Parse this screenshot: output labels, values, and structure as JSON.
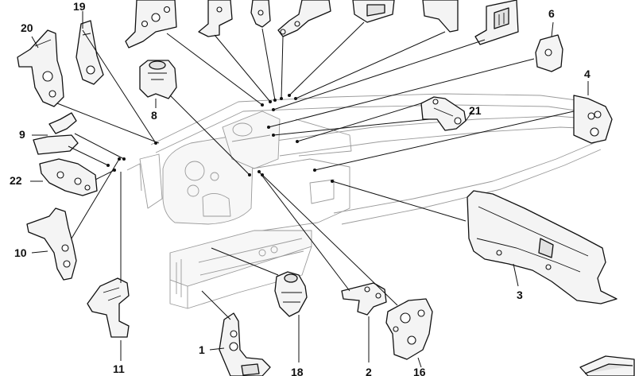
{
  "diagram": {
    "callouts": [
      {
        "id": "19",
        "label": "19"
      },
      {
        "id": "20",
        "label": "20"
      },
      {
        "id": "8",
        "label": "8"
      },
      {
        "id": "6",
        "label": "6"
      },
      {
        "id": "4",
        "label": "4"
      },
      {
        "id": "21",
        "label": "21"
      },
      {
        "id": "9",
        "label": "9"
      },
      {
        "id": "22",
        "label": "22"
      },
      {
        "id": "10",
        "label": "10"
      },
      {
        "id": "11",
        "label": "11"
      },
      {
        "id": "1",
        "label": "1"
      },
      {
        "id": "18",
        "label": "18"
      },
      {
        "id": "2",
        "label": "2"
      },
      {
        "id": "16",
        "label": "16"
      },
      {
        "id": "3",
        "label": "3"
      }
    ]
  }
}
